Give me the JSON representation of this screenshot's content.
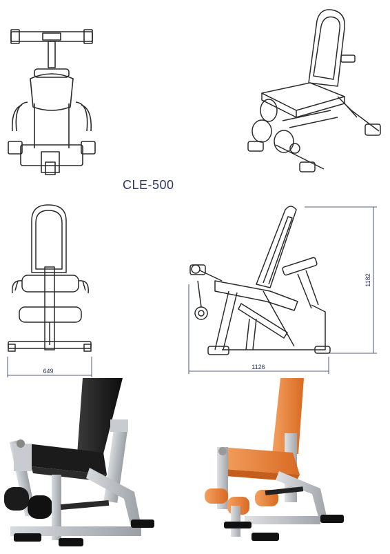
{
  "product": {
    "model": "CLE-500"
  },
  "dimensions": {
    "width": "649",
    "length": "1126",
    "height": "1182"
  },
  "colors": {
    "line": "#2a2a2a",
    "dimension": "#1e2a5a",
    "frame": "#b8bcc0",
    "pad_black": "#1b1b1b",
    "pad_orange": "#e8803a"
  }
}
